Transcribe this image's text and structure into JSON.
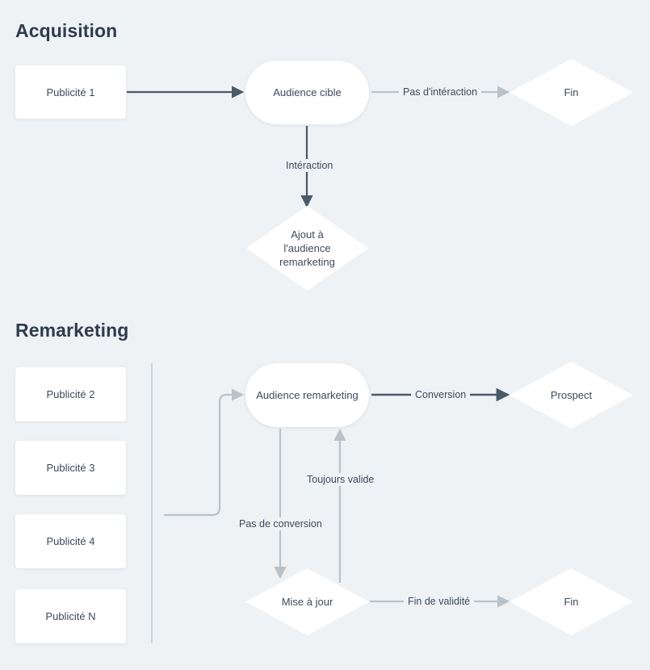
{
  "page": {
    "background_color": "#eef2f5",
    "text_color": "#3d4a5c",
    "heading_color": "#2e3c4e",
    "edge_color_dark": "#4a5a6a",
    "edge_color_light": "#b9c2c9",
    "node_fill": "#ffffff",
    "divider_color": "#ccd5dc"
  },
  "sections": [
    {
      "id": "acquisition",
      "title": "Acquisition"
    },
    {
      "id": "remarketing",
      "title": "Remarketing"
    }
  ],
  "acquisition": {
    "nodes": {
      "ad1": {
        "label": "Publicité 1",
        "shape": "box"
      },
      "audience_cible": {
        "label": "Audience cible",
        "shape": "pill"
      },
      "fin": {
        "label": "Fin",
        "shape": "diamond"
      },
      "ajout_remarketing": {
        "label": "Ajout à l'audience remarketing",
        "lines": [
          "Ajout à",
          "l'audience",
          "remarketing"
        ],
        "shape": "diamond"
      }
    },
    "edges": [
      {
        "from": "ad1",
        "to": "audience_cible",
        "label": "",
        "style": "dark"
      },
      {
        "from": "audience_cible",
        "to": "fin",
        "label": "Pas d'intéraction",
        "style": "light"
      },
      {
        "from": "audience_cible",
        "to": "ajout_remarketing",
        "label": "Intéraction",
        "style": "dark"
      }
    ]
  },
  "remarketing": {
    "ads": [
      {
        "label": "Publicité 2"
      },
      {
        "label": "Publicité 3"
      },
      {
        "label": "Publicité 4"
      },
      {
        "label": "Publicité N"
      }
    ],
    "nodes": {
      "audience_remarketing": {
        "label": "Audience remarketing",
        "shape": "pill"
      },
      "prospect": {
        "label": "Prospect",
        "shape": "diamond"
      },
      "mise_a_jour": {
        "label": "Mise à jour",
        "shape": "diamond"
      },
      "fin": {
        "label": "Fin",
        "shape": "diamond"
      }
    },
    "edges": [
      {
        "from": "ads",
        "to": "audience_remarketing",
        "label": "",
        "style": "light"
      },
      {
        "from": "audience_remarketing",
        "to": "prospect",
        "label": "Conversion",
        "style": "dark"
      },
      {
        "from": "audience_remarketing",
        "to": "mise_a_jour",
        "label": "Pas de conversion",
        "style": "light"
      },
      {
        "from": "mise_a_jour",
        "to": "audience_remarketing",
        "label": "Toujours valide",
        "style": "light"
      },
      {
        "from": "mise_a_jour",
        "to": "fin",
        "label": "Fin de validité",
        "style": "light"
      }
    ]
  }
}
